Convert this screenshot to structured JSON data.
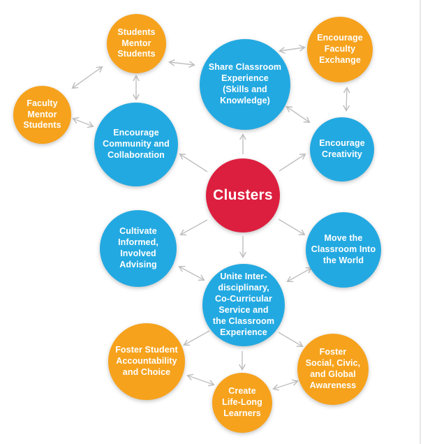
{
  "palette": {
    "node_blue": "#23a9e1",
    "node_orange": "#f6a21c",
    "node_red": "#dc1f3f",
    "arrow_gray": "#c0bfbf",
    "label_text": "#ffffff"
  },
  "diagram": {
    "type": "radial-cluster-diagram",
    "center_node": "Clusters"
  },
  "nodes": [
    {
      "id": "students-mentor-students",
      "color": "orange",
      "label": [
        "Students",
        "Mentor",
        "Students"
      ]
    },
    {
      "id": "faculty-mentor-students",
      "color": "orange",
      "label": [
        "Faculty",
        "Mentor",
        "Students"
      ]
    },
    {
      "id": "encourage-community-and-collaboration",
      "color": "blue",
      "label": [
        "Encourage",
        "Community and",
        "Collaboration"
      ]
    },
    {
      "id": "share-classroom-experience",
      "color": "blue",
      "label": [
        "Share Classroom",
        "Experience",
        "(Skills and",
        "Knowledge)"
      ]
    },
    {
      "id": "encourage-faculty-exchange",
      "color": "orange",
      "label": [
        "Encourage",
        "Faculty",
        "Exchange"
      ]
    },
    {
      "id": "encourage-creativity",
      "color": "blue",
      "label": [
        "Encourage",
        "Creativity"
      ]
    },
    {
      "id": "clusters",
      "color": "red",
      "label": [
        "Clusters"
      ]
    },
    {
      "id": "cultivate-informed-involved-advising",
      "color": "blue",
      "label": [
        "Cultivate",
        "Informed,",
        "Involved",
        "Advising"
      ]
    },
    {
      "id": "move-the-classroom-into-the-world",
      "color": "blue",
      "label": [
        "Move the",
        "Classroom Into",
        "the World"
      ]
    },
    {
      "id": "unite-interdisciplinary-co-curricular",
      "color": "blue",
      "label": [
        "Unite Inter-",
        "disciplinary,",
        "Co-Curricular",
        "Service and",
        "the Classroom",
        "Experience"
      ]
    },
    {
      "id": "foster-student-accountability-and-choice",
      "color": "orange",
      "label": [
        "Foster Student",
        "Accountability",
        "and Choice"
      ]
    },
    {
      "id": "foster-social-civic-and-global-awareness",
      "color": "orange",
      "label": [
        "Foster",
        "Social, Civic,",
        "and Global",
        "Awareness"
      ]
    },
    {
      "id": "create-life-long-learners",
      "color": "orange",
      "label": [
        "Create",
        "Life-Long",
        "Learners"
      ]
    }
  ],
  "edges": [
    {
      "from": "faculty-mentor-students",
      "to": "students-mentor-students",
      "bidirectional": true
    },
    {
      "from": "students-mentor-students",
      "to": "encourage-community-and-collaboration",
      "bidirectional": true
    },
    {
      "from": "faculty-mentor-students",
      "to": "encourage-community-and-collaboration",
      "bidirectional": true
    },
    {
      "from": "students-mentor-students",
      "to": "share-classroom-experience",
      "bidirectional": true
    },
    {
      "from": "share-classroom-experience",
      "to": "encourage-faculty-exchange",
      "bidirectional": true
    },
    {
      "from": "encourage-faculty-exchange",
      "to": "encourage-creativity",
      "bidirectional": true
    },
    {
      "from": "share-classroom-experience",
      "to": "encourage-creativity",
      "bidirectional": true
    },
    {
      "from": "clusters",
      "to": "share-classroom-experience",
      "bidirectional": false
    },
    {
      "from": "clusters",
      "to": "encourage-community-and-collaboration",
      "bidirectional": false
    },
    {
      "from": "clusters",
      "to": "encourage-creativity",
      "bidirectional": false
    },
    {
      "from": "clusters",
      "to": "cultivate-informed-involved-advising",
      "bidirectional": false
    },
    {
      "from": "clusters",
      "to": "move-the-classroom-into-the-world",
      "bidirectional": false
    },
    {
      "from": "clusters",
      "to": "unite-interdisciplinary-co-curricular",
      "bidirectional": false
    },
    {
      "from": "cultivate-informed-involved-advising",
      "to": "unite-interdisciplinary-co-curricular",
      "bidirectional": true
    },
    {
      "from": "unite-interdisciplinary-co-curricular",
      "to": "move-the-classroom-into-the-world",
      "bidirectional": true
    },
    {
      "from": "unite-interdisciplinary-co-curricular",
      "to": "foster-student-accountability-and-choice",
      "bidirectional": false
    },
    {
      "from": "unite-interdisciplinary-co-curricular",
      "to": "foster-social-civic-and-global-awareness",
      "bidirectional": false
    },
    {
      "from": "unite-interdisciplinary-co-curricular",
      "to": "create-life-long-learners",
      "bidirectional": false
    },
    {
      "from": "foster-student-accountability-and-choice",
      "to": "create-life-long-learners",
      "bidirectional": true
    },
    {
      "from": "create-life-long-learners",
      "to": "foster-social-civic-and-global-awareness",
      "bidirectional": true
    }
  ]
}
